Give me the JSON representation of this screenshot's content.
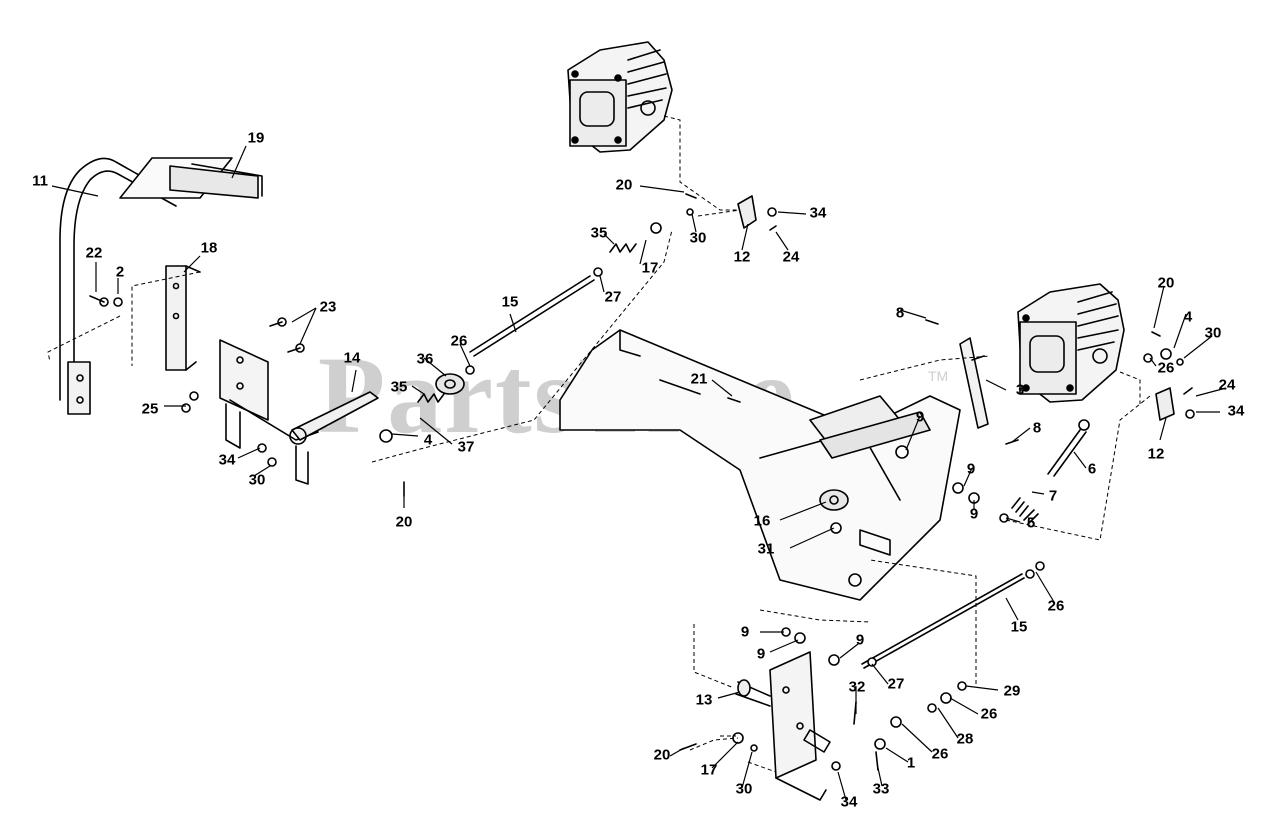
{
  "watermark": {
    "text": "PartsTree",
    "trademark": "TM"
  },
  "callouts": [
    {
      "id": "c11a",
      "text": "11"
    },
    {
      "id": "c19",
      "text": "19"
    },
    {
      "id": "c22",
      "text": "22"
    },
    {
      "id": "c2",
      "text": "2"
    },
    {
      "id": "c18",
      "text": "18"
    },
    {
      "id": "c23",
      "text": "23"
    },
    {
      "id": "c25",
      "text": "25"
    },
    {
      "id": "c14",
      "text": "14"
    },
    {
      "id": "c34a",
      "text": "34"
    },
    {
      "id": "c30a",
      "text": "30"
    },
    {
      "id": "c20a",
      "text": "20"
    },
    {
      "id": "c36",
      "text": "36"
    },
    {
      "id": "c35a",
      "text": "35"
    },
    {
      "id": "c26a",
      "text": "26"
    },
    {
      "id": "c4a",
      "text": "4"
    },
    {
      "id": "c37",
      "text": "37"
    },
    {
      "id": "c15a",
      "text": "15"
    },
    {
      "id": "c27a",
      "text": "27"
    },
    {
      "id": "c35b",
      "text": "35"
    },
    {
      "id": "c17a",
      "text": "17"
    },
    {
      "id": "c20b",
      "text": "20"
    },
    {
      "id": "c30b",
      "text": "30"
    },
    {
      "id": "c12a",
      "text": "12"
    },
    {
      "id": "c34b",
      "text": "34"
    },
    {
      "id": "c24a",
      "text": "24"
    },
    {
      "id": "c21",
      "text": "21"
    },
    {
      "id": "c8a",
      "text": "8"
    },
    {
      "id": "c3",
      "text": "3"
    },
    {
      "id": "c8b",
      "text": "8"
    },
    {
      "id": "c6",
      "text": "6"
    },
    {
      "id": "c7",
      "text": "7"
    },
    {
      "id": "c5",
      "text": "5"
    },
    {
      "id": "c9a",
      "text": "9"
    },
    {
      "id": "c9b",
      "text": "9"
    },
    {
      "id": "c9c",
      "text": "9"
    },
    {
      "id": "c16",
      "text": "16"
    },
    {
      "id": "c31",
      "text": "31"
    },
    {
      "id": "c20c",
      "text": "20"
    },
    {
      "id": "c4b",
      "text": "4"
    },
    {
      "id": "c30c",
      "text": "30"
    },
    {
      "id": "c26b",
      "text": "26"
    },
    {
      "id": "c24b",
      "text": "24"
    },
    {
      "id": "c34c",
      "text": "34"
    },
    {
      "id": "c12b",
      "text": "12"
    },
    {
      "id": "c26c",
      "text": "26"
    },
    {
      "id": "c15b",
      "text": "15"
    },
    {
      "id": "c9d",
      "text": "9"
    },
    {
      "id": "c9e",
      "text": "9"
    },
    {
      "id": "c9f",
      "text": "9"
    },
    {
      "id": "c27b",
      "text": "27"
    },
    {
      "id": "c13",
      "text": "13"
    },
    {
      "id": "c32",
      "text": "32"
    },
    {
      "id": "c29",
      "text": "29"
    },
    {
      "id": "c26d",
      "text": "26"
    },
    {
      "id": "c28",
      "text": "28"
    },
    {
      "id": "c26e",
      "text": "26"
    },
    {
      "id": "c1",
      "text": "1"
    },
    {
      "id": "c20d",
      "text": "20"
    },
    {
      "id": "c17b",
      "text": "17"
    },
    {
      "id": "c30d",
      "text": "30"
    },
    {
      "id": "c34d",
      "text": "34"
    },
    {
      "id": "c33",
      "text": "33"
    }
  ]
}
